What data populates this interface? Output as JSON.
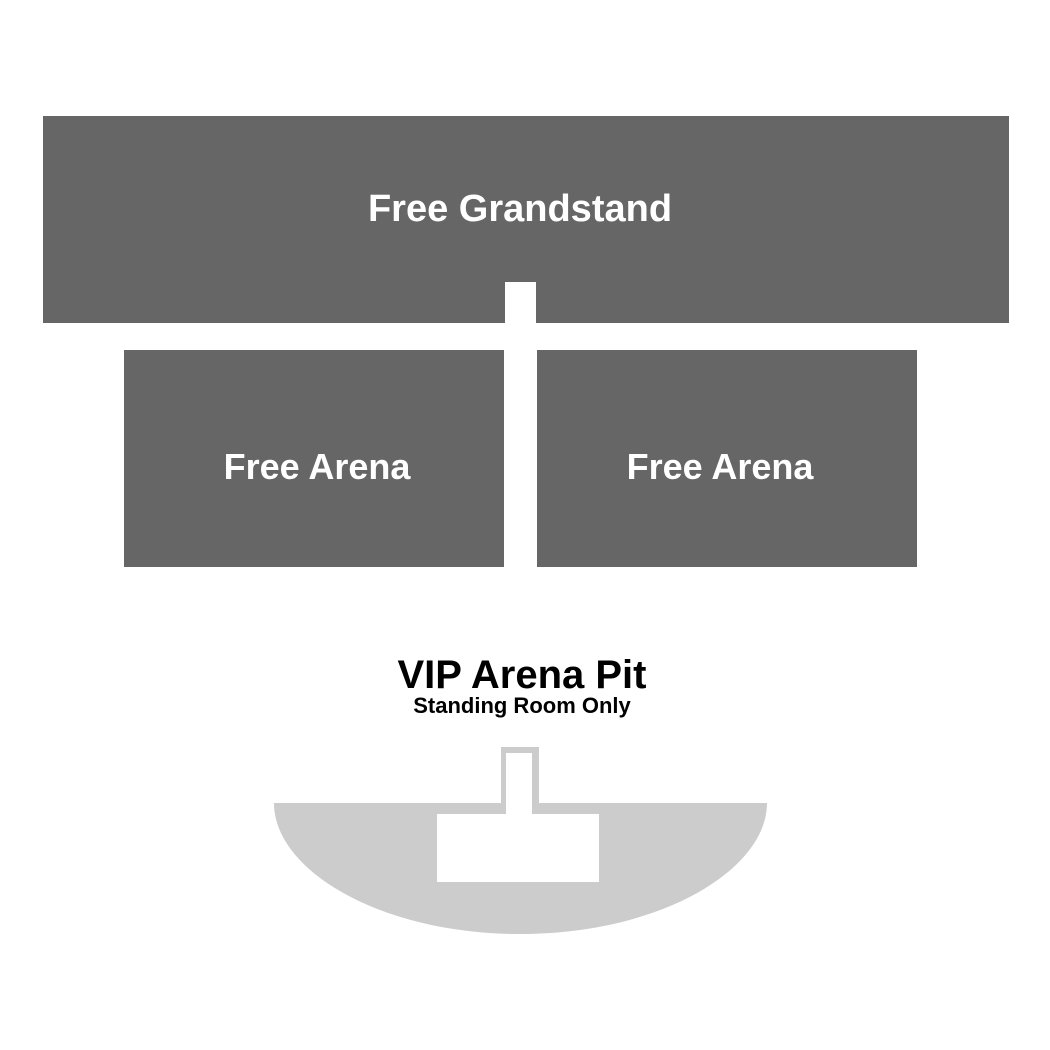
{
  "sections": {
    "grandstand": {
      "label": "Free Grandstand",
      "color": "#666666"
    },
    "arena_left": {
      "label": "Free Arena",
      "color": "#666666"
    },
    "arena_right": {
      "label": "Free Arena",
      "color": "#666666"
    },
    "vip_pit": {
      "title": "VIP Arena Pit",
      "subtitle": "Standing Room Only",
      "color": "#cccccc"
    }
  },
  "stage": {
    "color": "#ffffff"
  }
}
